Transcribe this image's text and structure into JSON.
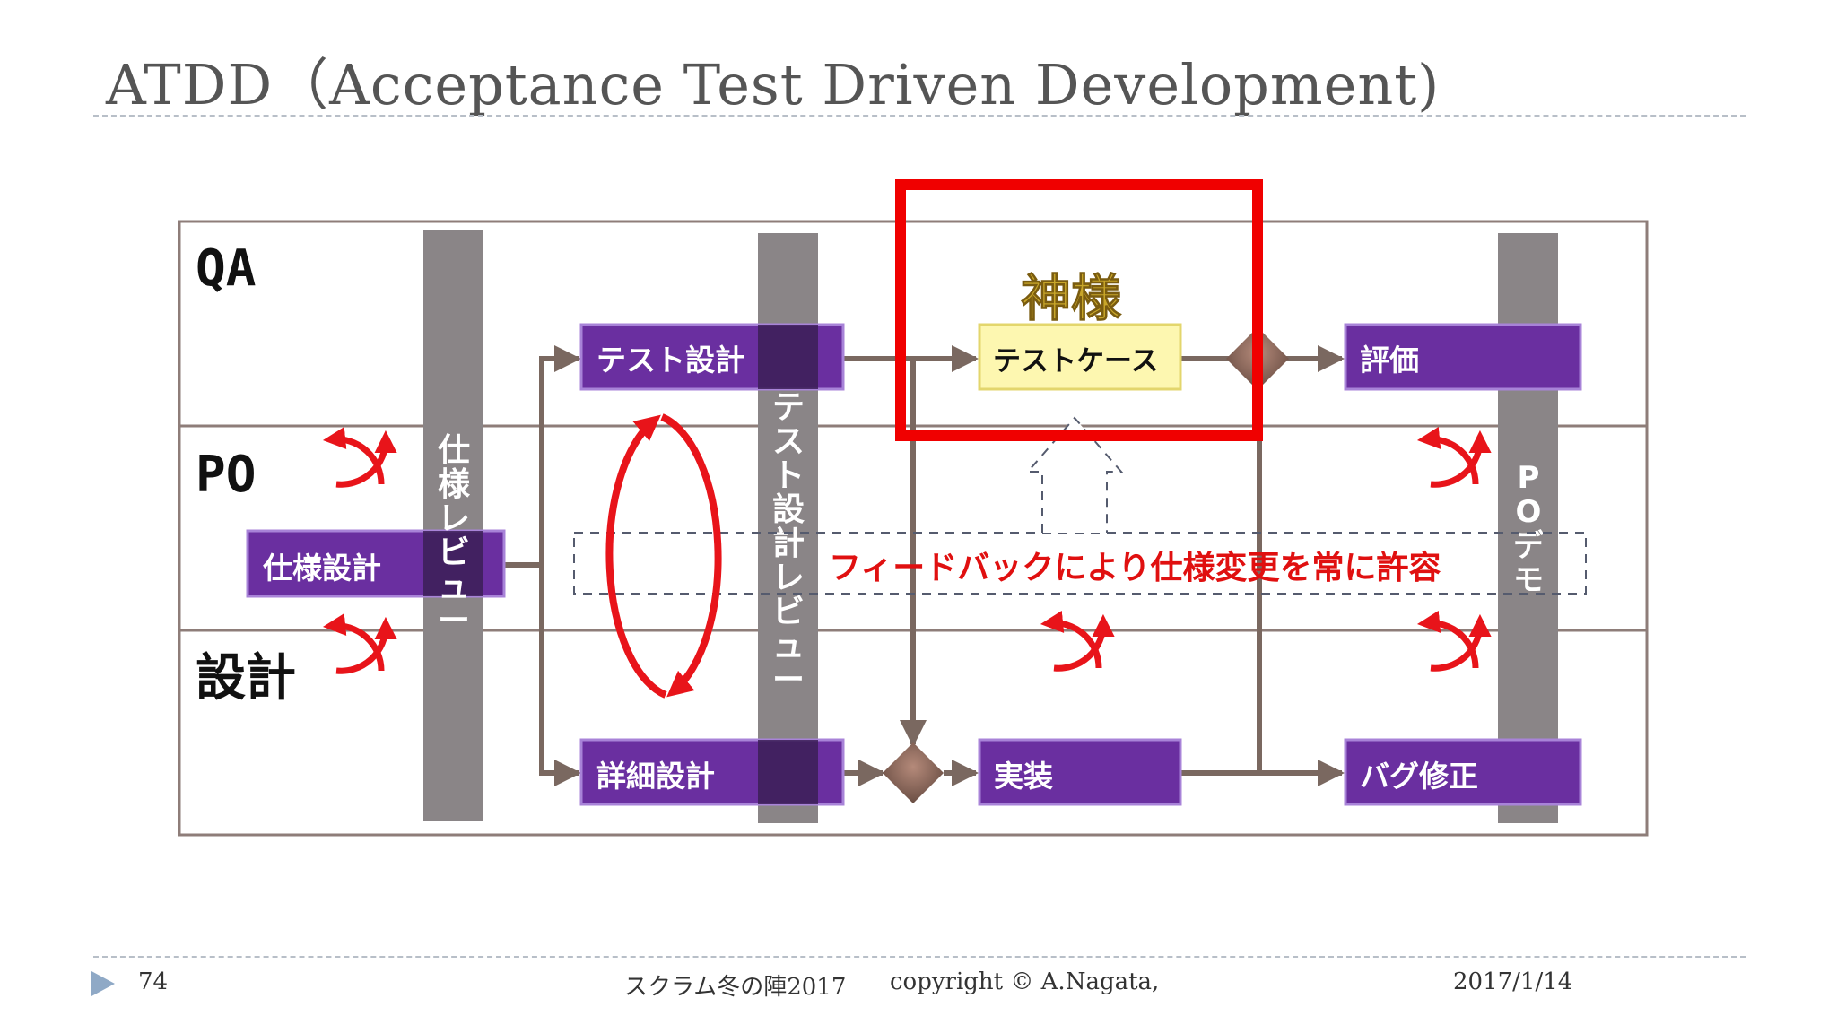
{
  "slide": {
    "title": "ATDD（Acceptance Test Driven Development)",
    "page_number": "74",
    "event": "スクラム冬の陣2017",
    "copyright": "copyright © A.Nagata,",
    "date": "2017/1/14"
  },
  "lanes": [
    {
      "id": "qa",
      "label": "QA"
    },
    {
      "id": "po",
      "label": "PO"
    },
    {
      "id": "design",
      "label": "設計"
    }
  ],
  "boxes": {
    "spec_design": "仕様設計",
    "test_design": "テスト設計",
    "detail_design": "詳細設計",
    "test_case": "テストケース",
    "implementation": "実装",
    "evaluation": "評価",
    "bug_fix": "バグ修正"
  },
  "review_bars": {
    "spec_review": "仕様レビュー",
    "test_design_review": "テスト設計レビュー",
    "po_demo": "POデモ"
  },
  "annotations": {
    "god_label": "神様",
    "feedback": "フィードバックにより仕様変更を常に許容"
  },
  "colors": {
    "process_box": "#6a2fa0",
    "process_box_border": "#a883d8",
    "review_bar": "#8a8587",
    "arrow": "#7a6860",
    "cycle": "#e8141a",
    "highlight": "#f00000",
    "test_case_box": "#fdf7b0",
    "god_text": "#c8a62a",
    "feedback_text": "#e01010"
  }
}
